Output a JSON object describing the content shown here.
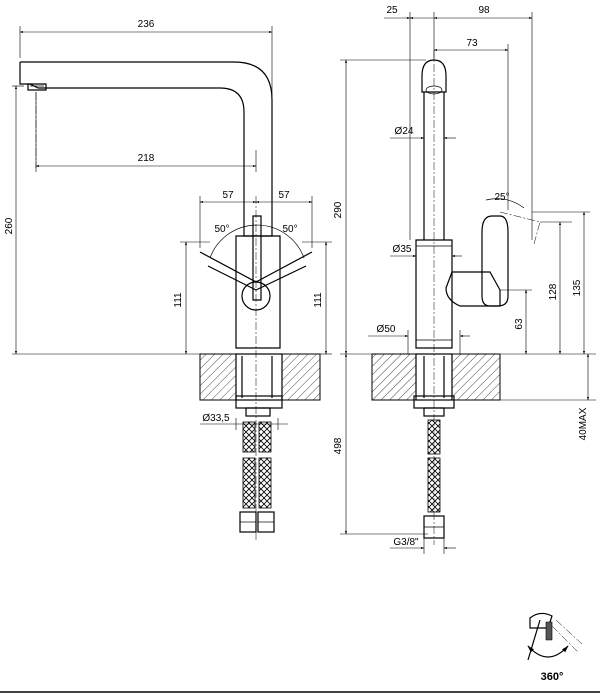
{
  "dimensions": {
    "front": {
      "spout_reach": "236",
      "spout_reach_inner": "218",
      "height_total": "260",
      "lever_left": "57",
      "lever_right": "57",
      "angle_left": "50°",
      "angle_right": "50°",
      "body_height_left": "111",
      "body_height_right": "111",
      "shank_dia": "Ø33,5"
    },
    "side": {
      "top_offset": "25",
      "top_depth": "98",
      "spout_offset": "73",
      "height_total": "290",
      "spout_dia": "Ø24",
      "body_dia": "Ø35",
      "base_dia": "Ø50",
      "lever_angle": "25°",
      "lever_h_low": "63",
      "lever_h_mid": "128",
      "lever_h_high": "135",
      "deck_thickness": "40MAX",
      "hose_length": "498",
      "thread": "G3/8\""
    },
    "rotation": "360°"
  }
}
